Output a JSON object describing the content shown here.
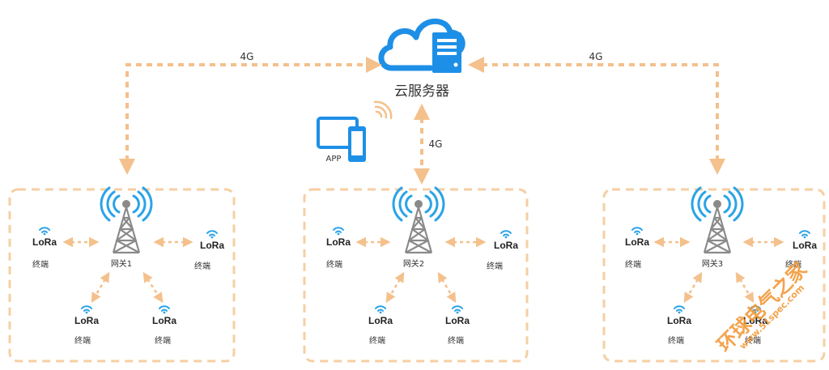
{
  "colors": {
    "link": "#f4c08c",
    "box": "#f6cfa3",
    "cloud": "#1e8fe6",
    "tower": "#8a8a8a",
    "signal": "#2aa3e8",
    "watermark": "#f29a3a"
  },
  "cloud": {
    "label": "云服务器",
    "icon": "cloud-server-icon"
  },
  "links": {
    "left": "4G",
    "middle": "4G",
    "right": "4G"
  },
  "app": {
    "label": "APP",
    "icon": "tablet-phone-icon"
  },
  "groups": [
    {
      "gateway": "网关1",
      "terminals": [
        "终端",
        "终端",
        "终端",
        "终端"
      ],
      "lora": [
        "LoRa",
        "LoRa",
        "LoRa",
        "LoRa"
      ]
    },
    {
      "gateway": "网关2",
      "terminals": [
        "终端",
        "终端",
        "终端",
        "终端"
      ],
      "lora": [
        "LoRa",
        "LoRa",
        "LoRa",
        "LoRa"
      ]
    },
    {
      "gateway": "网关3",
      "terminals": [
        "终端",
        "终端",
        "终端",
        "终端"
      ],
      "lora": [
        "LoRa",
        "LoRa",
        "LoRa",
        "LoRa"
      ]
    }
  ],
  "watermark": {
    "text": "环球电气之家",
    "url": "www.51spec.com"
  }
}
